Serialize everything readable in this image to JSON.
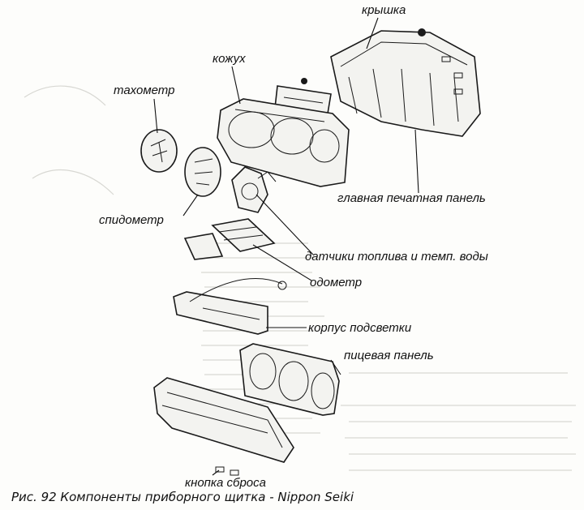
{
  "labels": {
    "cover": "крышка",
    "housing": "кожух",
    "tachometer": "тахометр",
    "speedometer": "спидометр",
    "main_pcb": "главная печатная панель",
    "fuel_temp_gauges": "датчики топлива и темп. воды",
    "odometer": "одометр",
    "backlight_housing": "корпус подсветки",
    "face_panel": "пицевая панель",
    "reset_button": "кнопка сброса"
  },
  "caption": "Рис. 92 Компоненты приборного щитка - Nippon Seiki"
}
